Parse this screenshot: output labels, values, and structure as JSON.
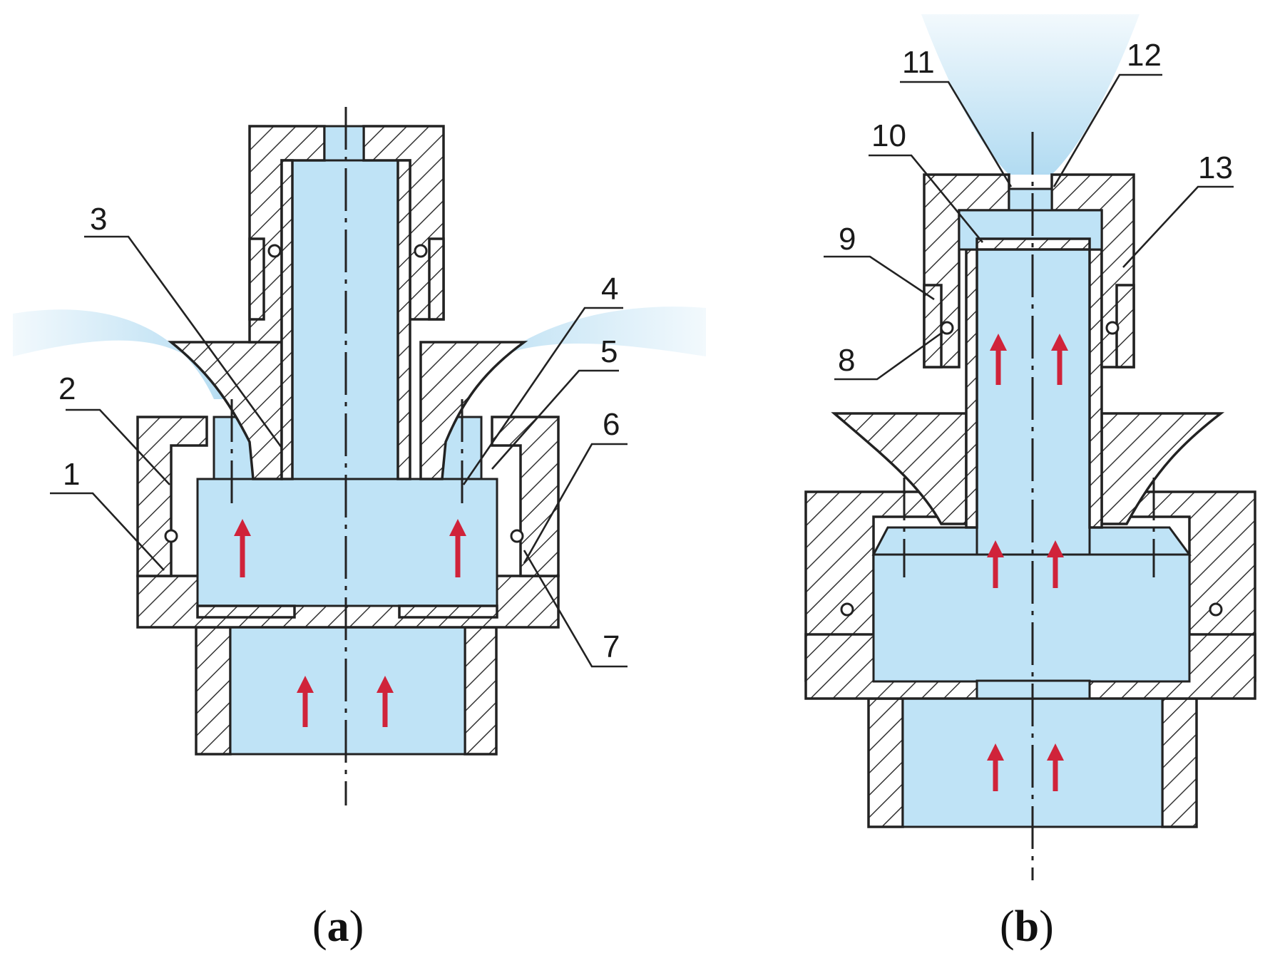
{
  "figure_a": {
    "caption_open": "(",
    "caption_letter": "a",
    "caption_close": ")",
    "part_labels": [
      "1",
      "2",
      "3",
      "4",
      "5",
      "6",
      "7"
    ]
  },
  "figure_b": {
    "caption_open": "(",
    "caption_letter": "b",
    "caption_close": ")",
    "part_labels": [
      "8",
      "9",
      "10",
      "11",
      "12",
      "13"
    ]
  },
  "colors": {
    "water": "#bfe3f6",
    "spray": "#a9d7f0",
    "flow_arrow": "#d0233a",
    "outline": "#222222"
  }
}
